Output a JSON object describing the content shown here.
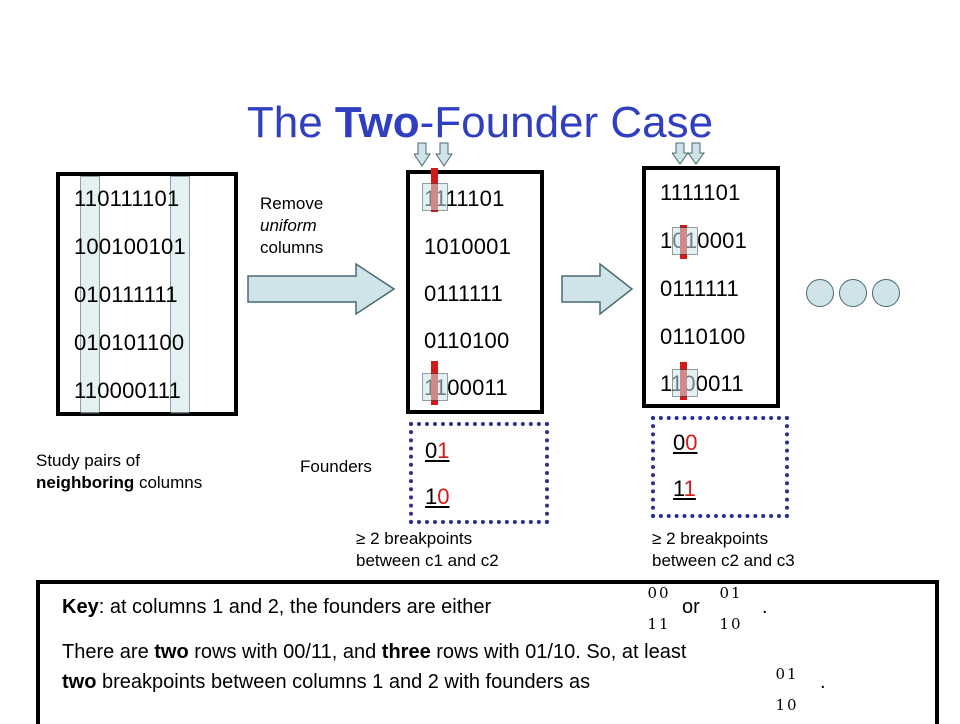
{
  "title": {
    "pre": "The ",
    "bold": "Two",
    "post": "-Founder Case"
  },
  "matrix1": {
    "rows": [
      "110111101",
      "100100101",
      "010111111",
      "010101100",
      "110000111"
    ]
  },
  "remove_label": {
    "line1": "Remove",
    "line2": "uniform",
    "line3": "columns"
  },
  "matrix2": {
    "rows": [
      "1111101",
      "1010001",
      "0111111",
      "0110100",
      "1100011"
    ]
  },
  "matrix3": {
    "rows": [
      "1111101",
      "1010001",
      "0111111",
      "0110100",
      "1100011"
    ]
  },
  "study_label": {
    "line1": "Study pairs of",
    "bold": "neighboring",
    "rest": " columns"
  },
  "founders_label": "Founders",
  "founders2": {
    "row1": {
      "a": "0",
      "b": "1"
    },
    "row2": {
      "a": "1",
      "b": "0"
    }
  },
  "founders3": {
    "row1": {
      "a": "0",
      "b": "0"
    },
    "row2": {
      "a": "1",
      "b": "1"
    }
  },
  "breakpoints2": {
    "line1": " 2 breakpoints",
    "line2": "between c1 and c2"
  },
  "breakpoints3": {
    "line1": " 2 breakpoints",
    "line2": "between c2 and c3"
  },
  "key": {
    "l1_bold": "Key",
    "l1_rest": ": at columns 1 and 2, the founders are either",
    "l1_or": "or",
    "l1_end": ".",
    "l2_a": "There are ",
    "l2_b": "two",
    "l2_c": " rows with 00/11, and ",
    "l2_d": "three",
    "l2_e": " rows with 01/10. So, at least",
    "l3_a": "two",
    "l3_b": " breakpoints between columns 1 and 2 with founders as",
    "l3_end": "."
  },
  "tiny_icons": {
    "a": {
      "top": "00",
      "bottom": "11"
    },
    "b": {
      "top": "01",
      "bottom": "10"
    },
    "c": {
      "top": "01",
      "bottom": "10"
    }
  },
  "colors": {
    "title": "#2f3fbf",
    "red": "#d21a1a",
    "highlight": "#cfe6e8",
    "arrow": "#cfe3e8",
    "founder_border": "#2b2f8f"
  }
}
